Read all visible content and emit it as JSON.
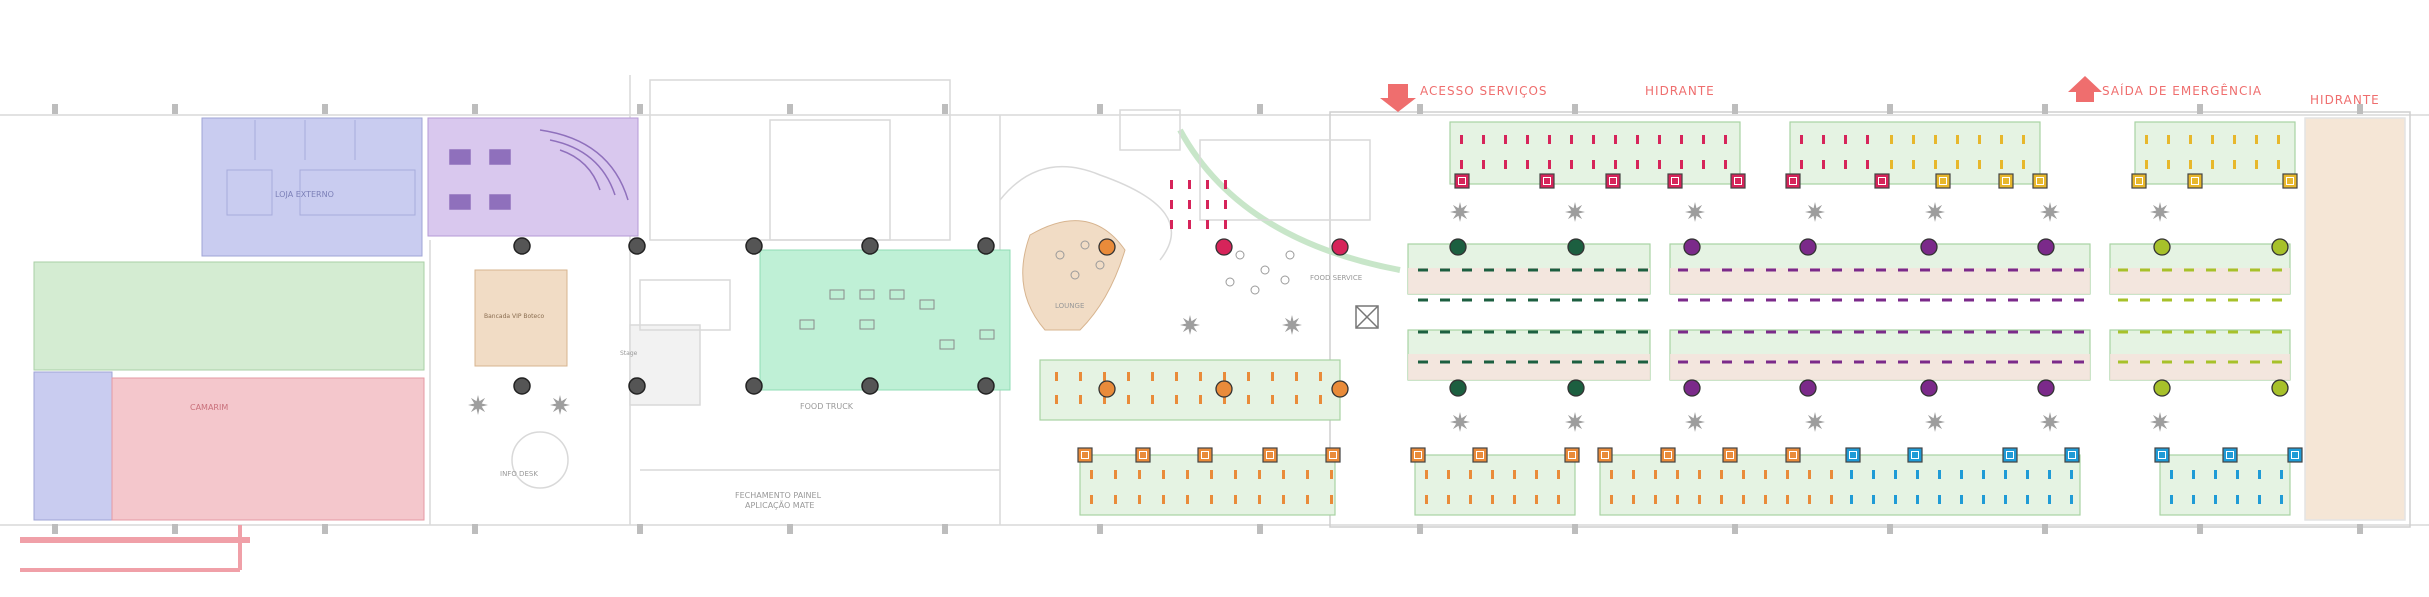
{
  "top_labels": {
    "service_access": "ACESSO SERVIÇOS",
    "hydrant_1": "HIDRANTE",
    "emergency_exit": "SAÍDA DE EMERGÊNCIA",
    "hydrant_2": "HIDRANTE"
  },
  "room_labels": {
    "room_blue_top": "LOJA EXTERNO",
    "room_red": "CAMARIM",
    "food_truck": "FOOD TRUCK",
    "lounge": "LOUNGE",
    "fechamento": "FECHAMENTO PAINEL",
    "aplicacao": "APLICAÇÃO MATE",
    "info": "INFO DESK",
    "food_service": "FOOD SERVICE",
    "box": "Bancada VIP Boteco",
    "stage": "Stage"
  },
  "colors": {
    "crimson": "#d6245a",
    "yellow": "#e7b72c",
    "orange": "#e98b3a",
    "teal": "#1c5f40",
    "purple": "#7b2a8a",
    "lime": "#a7c12a",
    "cyan": "#1f9bd6",
    "grey_node": "#555555",
    "zone_blue": "#c9ccf0",
    "zone_purple": "#d9c8ee",
    "zone_green": "#d4ecd2",
    "zone_red": "#f4c7cc",
    "zone_mint": "#bff0d6",
    "zone_tan": "#f1dcc5"
  }
}
